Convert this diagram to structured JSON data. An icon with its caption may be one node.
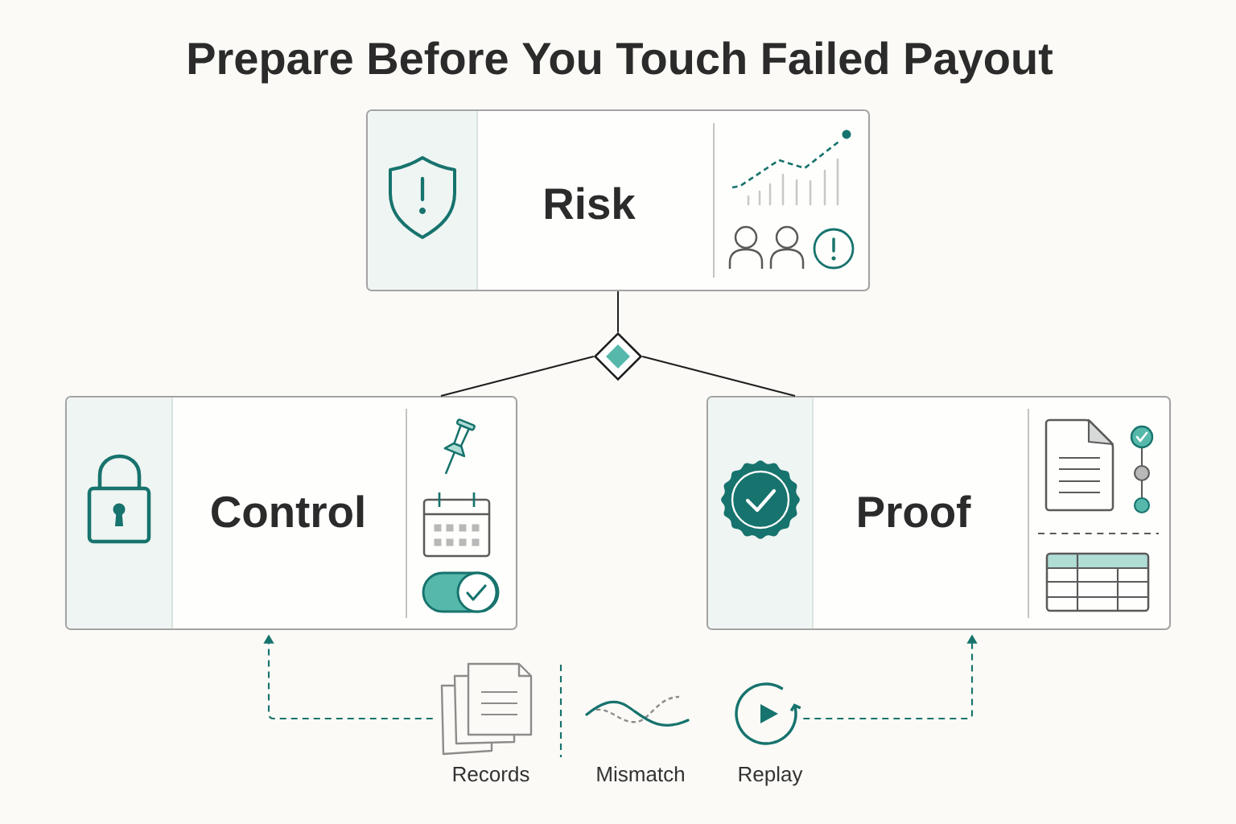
{
  "diagram": {
    "title": "Prepare Before You Touch Failed Payout",
    "nodes": [
      {
        "text": [
          "Risk"
        ]
      },
      {
        "text": [
          "Control"
        ]
      },
      {
        "text": [
          "Proof"
        ]
      },
      {
        "text": [],
        "shape": "diamond"
      },
      {
        "text": [],
        "shape": "picture",
        "beside": [
          "Records"
        ]
      },
      {
        "text": [],
        "shape": "picture",
        "beside": [
          "Replay"
        ]
      }
    ],
    "edges": [
      {
        "from": 0,
        "to": 3,
        "arrow": "none"
      },
      {
        "from": 3,
        "to": 1,
        "arrow": "none"
      },
      {
        "from": 3,
        "to": 2,
        "arrow": "none"
      },
      {
        "from": 4,
        "to": 1,
        "arrow": "to",
        "style": "dashed",
        "color": "#17736d"
      },
      {
        "from": 5,
        "to": 2,
        "arrow": "to",
        "style": "dashed",
        "color": "#17736d"
      }
    ],
    "labels": [
      "Mismatch"
    ]
  }
}
